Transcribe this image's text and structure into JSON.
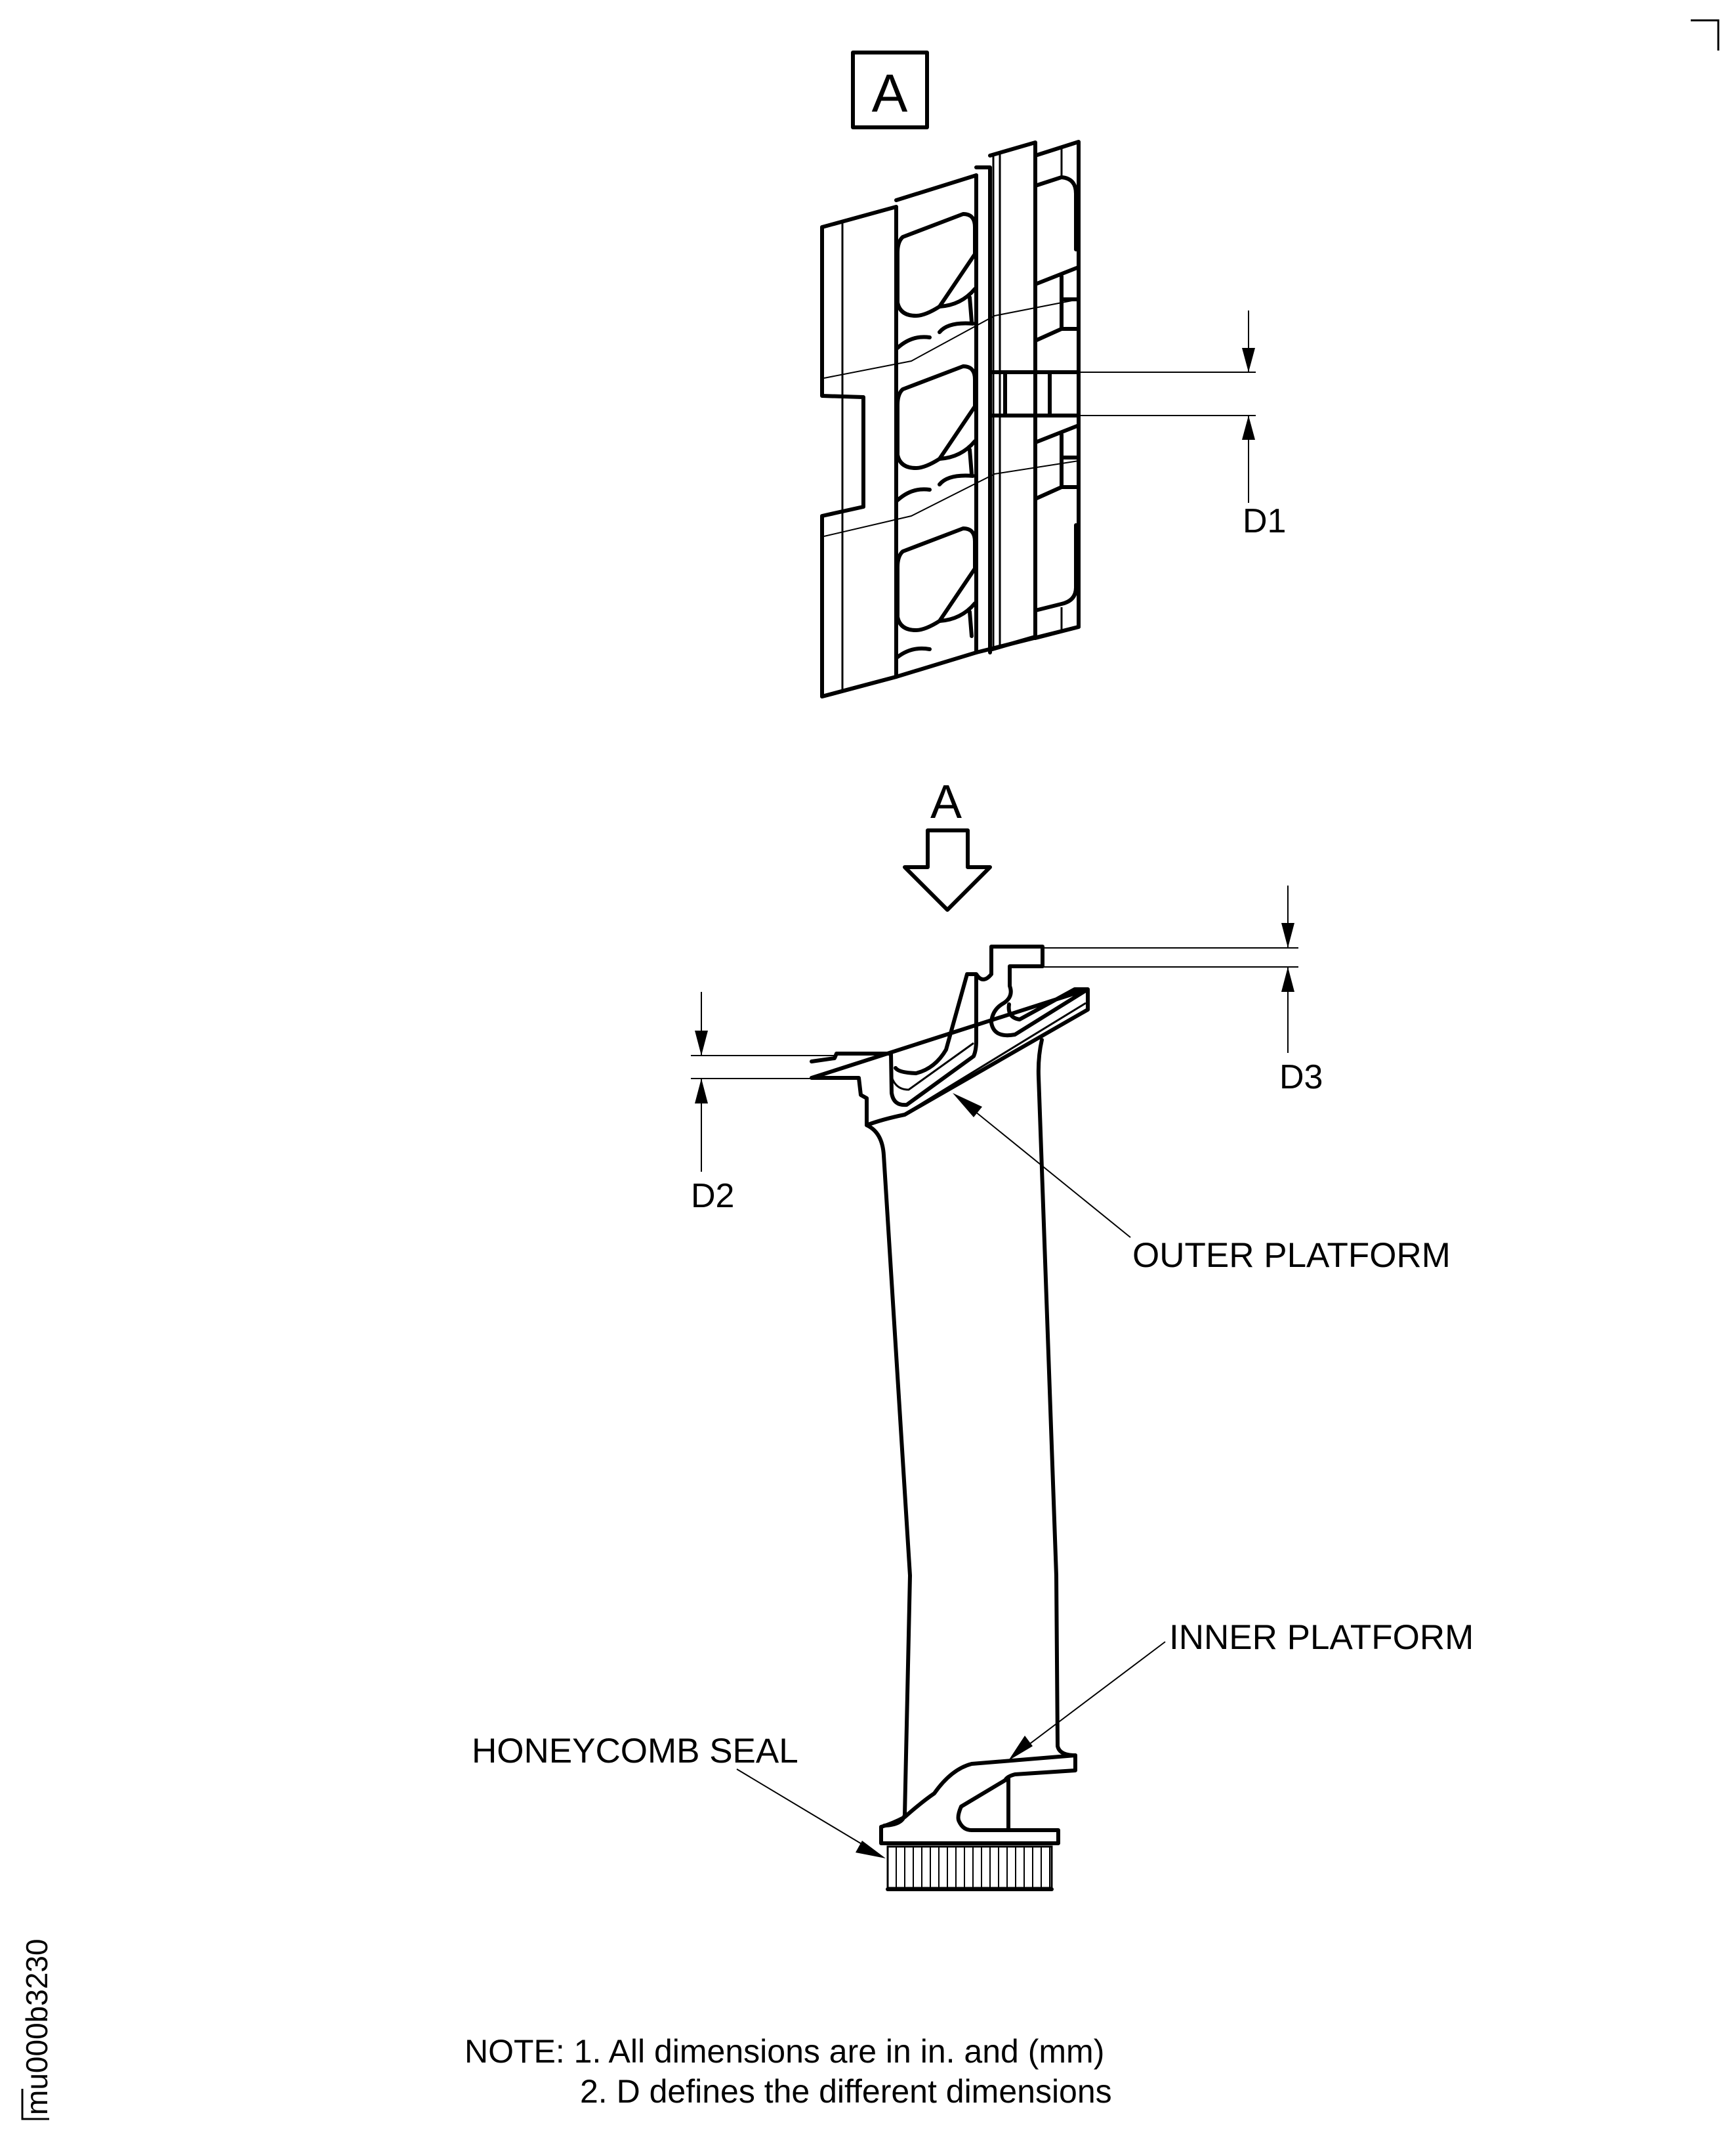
{
  "figure_id": "mu000b3230",
  "detail": {
    "box_label": "A",
    "view_arrow_label": "A"
  },
  "dimensions": {
    "d1": "D1",
    "d2": "D2",
    "d3": "D3"
  },
  "callouts": {
    "outer_platform": "OUTER PLATFORM",
    "inner_platform": "INNER PLATFORM",
    "honeycomb_seal": "HONEYCOMB SEAL"
  },
  "notes": {
    "line1": "NOTE: 1. All dimensions are in in. and (mm)",
    "line2": "2. D defines the different dimensions"
  }
}
